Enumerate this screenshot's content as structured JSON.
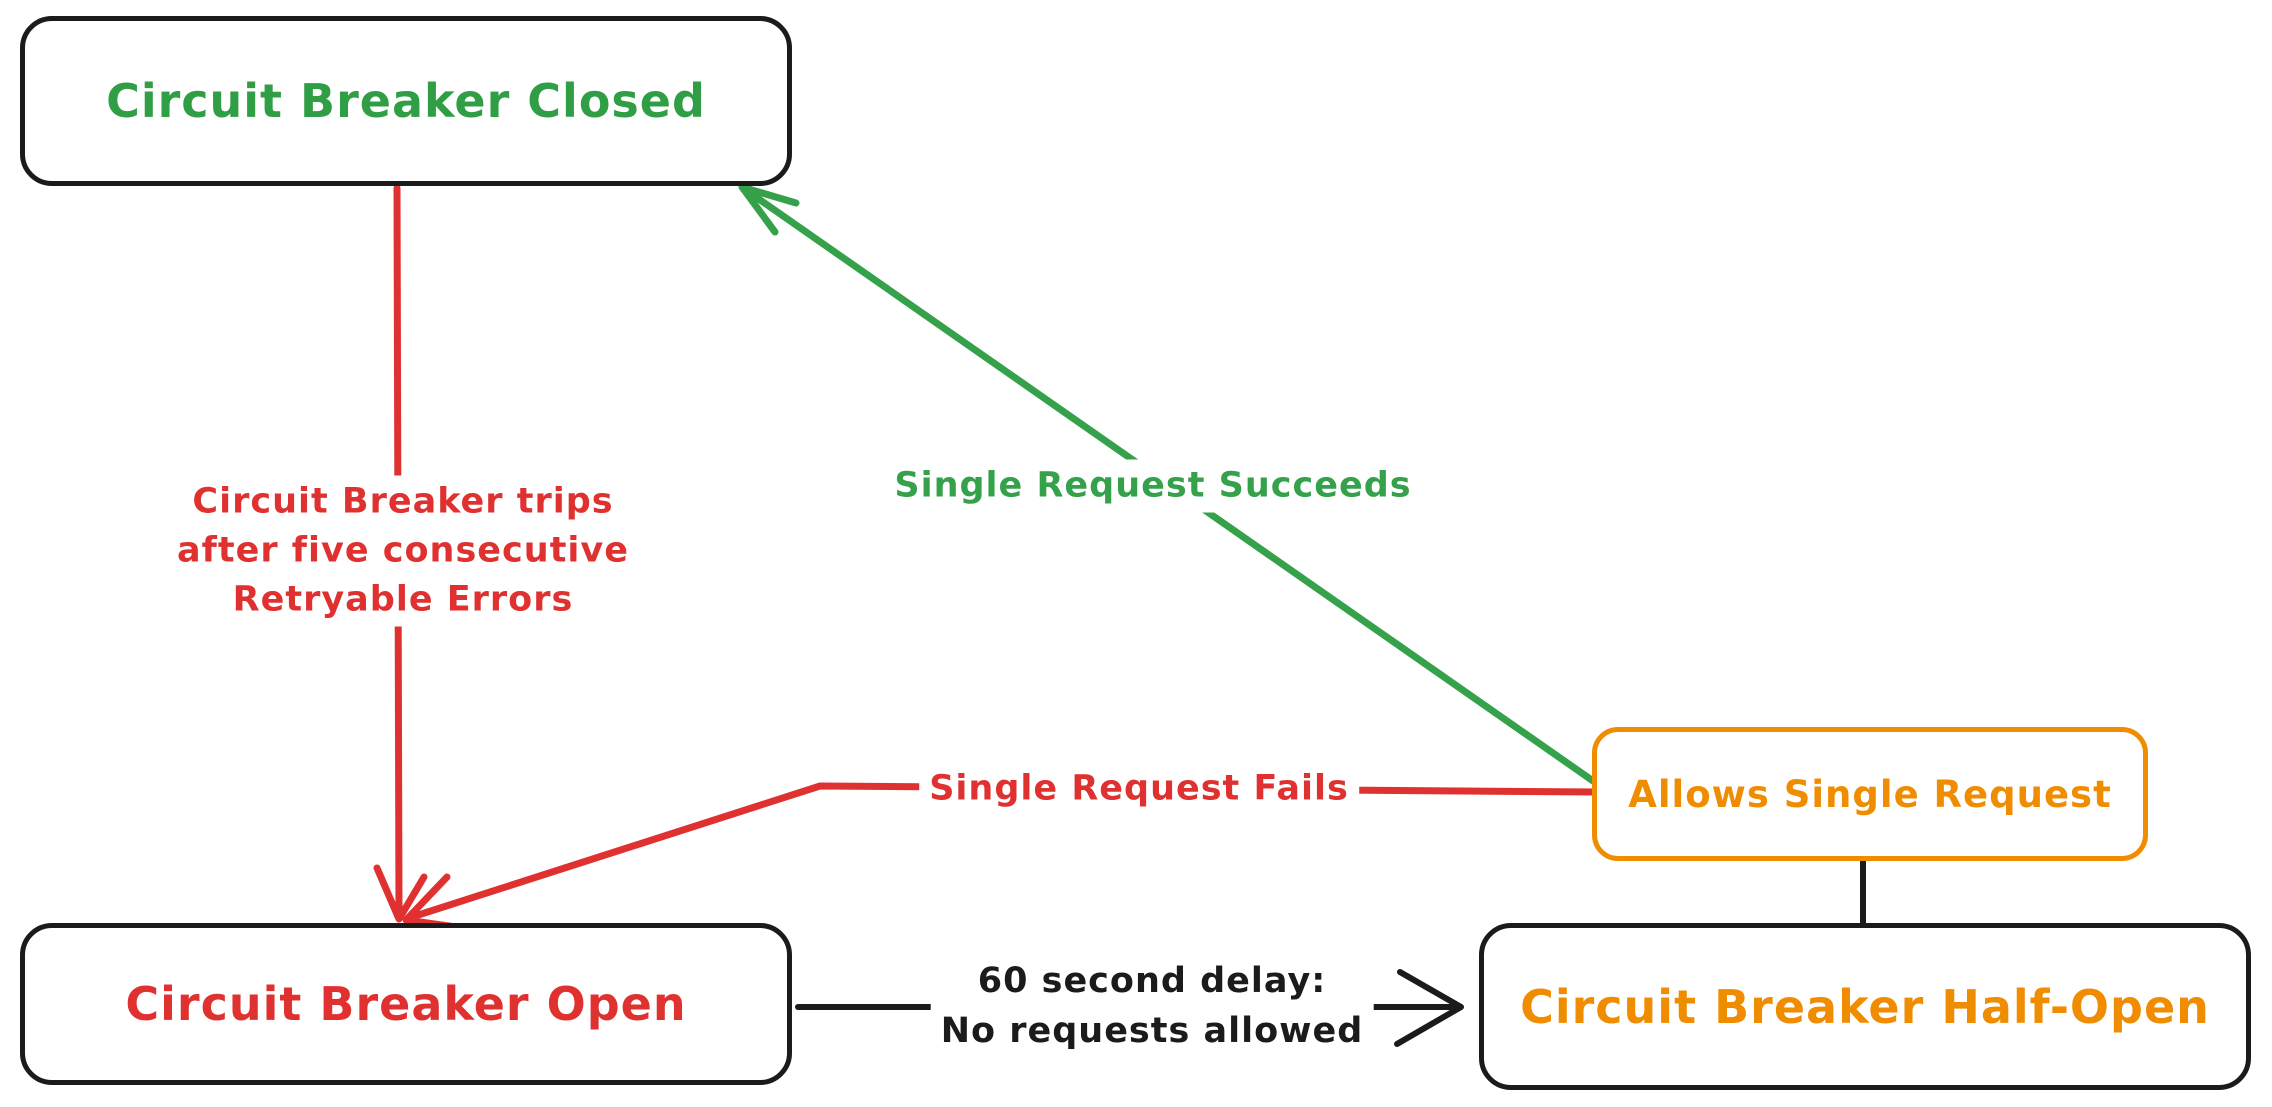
{
  "diagram": {
    "type": "state-diagram",
    "subject": "Circuit Breaker pattern",
    "colors": {
      "closed_state": "#2f9e44",
      "open_state": "#e03131",
      "half_open_state": "#f08c00",
      "neutral_stroke": "#1b1b1b",
      "background": "#ffffff"
    },
    "nodes": {
      "closed": {
        "label": "Circuit Breaker Closed"
      },
      "open": {
        "label": "Circuit Breaker Open"
      },
      "half_open": {
        "label": "Circuit Breaker Half-Open"
      },
      "allows": {
        "label": "Allows Single Request"
      }
    },
    "edges": {
      "trips": {
        "from": "closed",
        "to": "open",
        "color": "#e03131",
        "lines": [
          "Circuit Breaker trips",
          "after five consecutive",
          "Retryable Errors"
        ]
      },
      "succeeds": {
        "from": "allows",
        "to": "closed",
        "color": "#35a24b",
        "label": "Single Request Succeeds"
      },
      "fails": {
        "from": "allows",
        "to": "open",
        "color": "#e03131",
        "label": "Single Request Fails"
      },
      "delay": {
        "from": "open",
        "to": "half_open",
        "color": "#1b1b1b",
        "lines": [
          "60 second delay:",
          "No requests allowed"
        ]
      },
      "half_open_to_allows": {
        "from": "half_open",
        "to": "allows",
        "color": "#1b1b1b",
        "label": ""
      }
    }
  }
}
